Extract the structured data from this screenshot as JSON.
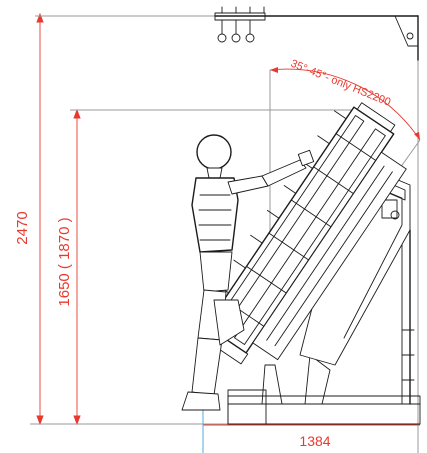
{
  "dimensions": {
    "total_height": "2470",
    "table_height": "1650 ( 1870 )",
    "depth": "1384",
    "tilt_angle": "35°-45°- only HS2200"
  },
  "colors": {
    "dimension": "#e8392f",
    "line": "#1c1c1c",
    "helper": "#9a9a9a",
    "extension": "#5aa9d6"
  }
}
